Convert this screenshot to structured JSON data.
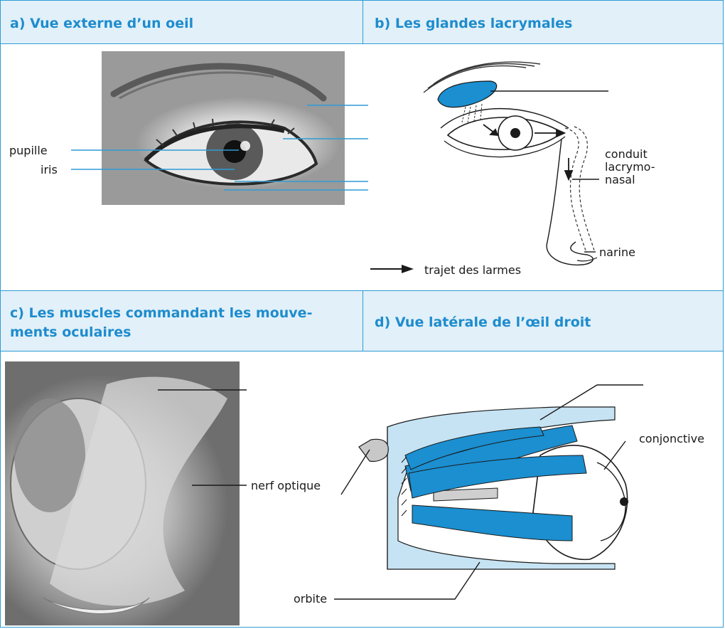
{
  "panels": {
    "a": {
      "title": "a) Vue externe d’un oeil",
      "labels": {
        "pupil": "pupille",
        "iris": "iris"
      }
    },
    "b": {
      "title": "b) Les glandes lacrymales",
      "labels": {
        "duct_line1": "conduit",
        "duct_line2": "lacrymo-",
        "duct_line3": "nasal",
        "nostril": "narine",
        "legend": "trajet des larmes"
      }
    },
    "c": {
      "title_line1": "c) Les muscles commandant les mouve-",
      "title_line2": "ments oculaires",
      "labels": {
        "optic_nerve": "nerf optique"
      }
    },
    "d": {
      "title": "d) Vue latérale de l’œil droit",
      "labels": {
        "conjunctiva": "conjonctive",
        "orbit": "orbite"
      }
    }
  },
  "colors": {
    "accent": "#2f9bd5",
    "title": "#1e8ccd",
    "header_bg": "#e1f0f9",
    "muscle": "#1b8fd0",
    "orbit_fill": "#c6e3f3",
    "label_line": "#2f9bd5"
  }
}
